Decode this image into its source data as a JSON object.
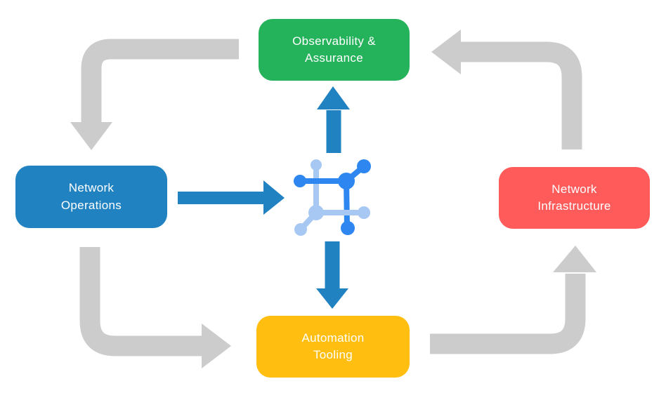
{
  "nodes": {
    "observability": {
      "label": "Observability &\nAssurance",
      "color": "#24b25a"
    },
    "operations": {
      "label": "Network\nOperations",
      "color": "#2182c2"
    },
    "infrastructure": {
      "label": "Network\nInfrastructure",
      "color": "#ff5b5b"
    },
    "automation": {
      "label": "Automation\nTooling",
      "color": "#ffbe10"
    }
  },
  "edges": [
    {
      "from": "Observability & Assurance",
      "to": "Network Operations",
      "style": "elbow",
      "color": "#cccccc"
    },
    {
      "from": "Network Operations",
      "to": "Automation Tooling",
      "style": "elbow",
      "color": "#cccccc"
    },
    {
      "from": "Automation Tooling",
      "to": "Network Infrastructure",
      "style": "elbow",
      "color": "#cccccc"
    },
    {
      "from": "Network Infrastructure",
      "to": "Observability & Assurance",
      "style": "elbow",
      "color": "#cccccc"
    },
    {
      "from": "Network Operations",
      "to": "network-automation-icon",
      "style": "straight",
      "color": "#2182c2"
    },
    {
      "from": "network-automation-icon",
      "to": "Observability & Assurance",
      "style": "straight",
      "color": "#2182c2"
    },
    {
      "from": "network-automation-icon",
      "to": "Automation Tooling",
      "style": "straight",
      "color": "#2182c2"
    }
  ],
  "icon": {
    "name": "network-automation-icon",
    "primary_color": "#2e86f0",
    "secondary_color": "#a8c8f4"
  },
  "colors": {
    "background": "#ffffff",
    "flow_arrow": "#cccccc",
    "data_arrow": "#2182c2",
    "label_text": "#ffffff"
  }
}
